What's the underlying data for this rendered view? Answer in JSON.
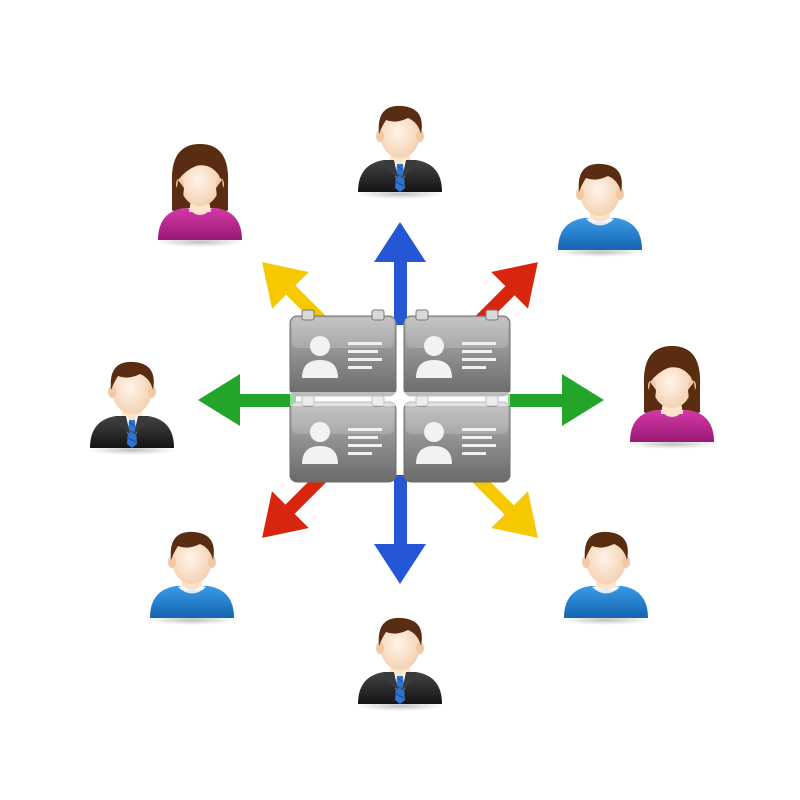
{
  "people": [
    {
      "id": "top",
      "kind": "man-suit"
    },
    {
      "id": "top-right",
      "kind": "man-blue"
    },
    {
      "id": "right",
      "kind": "woman-magenta"
    },
    {
      "id": "bottom-right",
      "kind": "man-blue"
    },
    {
      "id": "bottom",
      "kind": "man-suit"
    },
    {
      "id": "bottom-left",
      "kind": "man-blue"
    },
    {
      "id": "left",
      "kind": "man-suit"
    },
    {
      "id": "top-left",
      "kind": "woman-magenta"
    }
  ],
  "arrows": [
    {
      "id": "up",
      "color": "#2456d6"
    },
    {
      "id": "down",
      "color": "#2456d6"
    },
    {
      "id": "left",
      "color": "#23a52a"
    },
    {
      "id": "right",
      "color": "#23a52a"
    },
    {
      "id": "up-left",
      "color": "#f5c800"
    },
    {
      "id": "down-right",
      "color": "#f5c800"
    },
    {
      "id": "up-right",
      "color": "#d8260e"
    },
    {
      "id": "down-left",
      "color": "#d8260e"
    }
  ],
  "cards": [
    {
      "id": "card-top-left"
    },
    {
      "id": "card-top-right"
    },
    {
      "id": "card-bottom-left"
    },
    {
      "id": "card-bottom-right"
    }
  ],
  "colors": {
    "skin": "#fbe3cc",
    "hair": "#5a2d12",
    "suit": "#2a2a2a",
    "shirt_blue": "#1f77c8",
    "tie": "#2f74d0",
    "magenta": "#b8208e",
    "card": "#8a8a8a"
  }
}
